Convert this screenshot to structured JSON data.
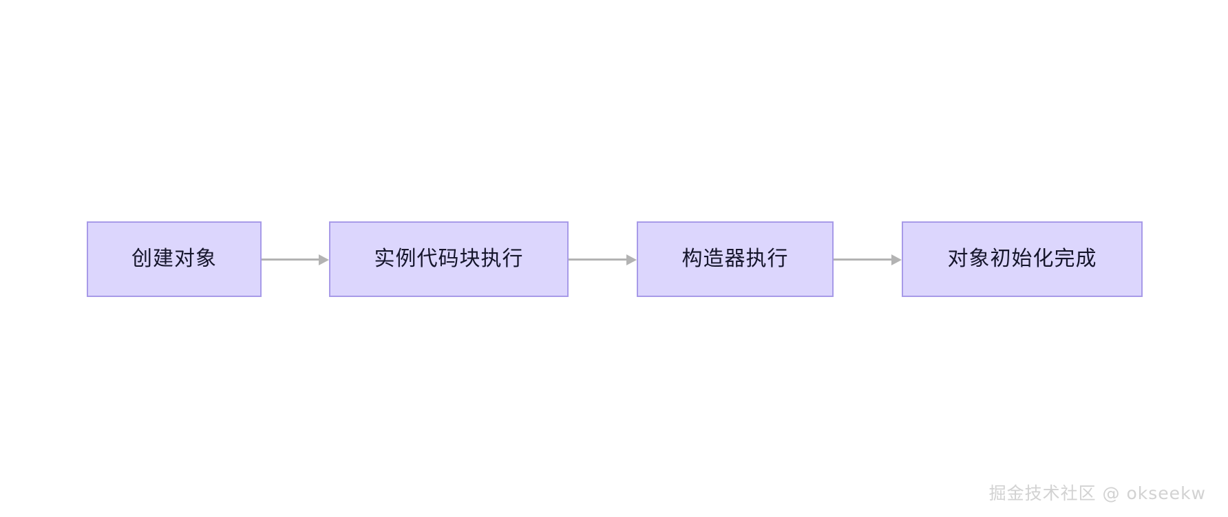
{
  "diagram": {
    "type": "flowchart",
    "orientation": "left-to-right",
    "background_color": "#ffffff",
    "node_fill_color": "#dcd6fd",
    "node_border_color": "#a79ae8",
    "node_text_color": "#15152b",
    "connector_color": "#b3b3b3",
    "nodes": [
      {
        "id": "create-object",
        "label": "创建对象"
      },
      {
        "id": "instance-block-exec",
        "label": "实例代码块执行"
      },
      {
        "id": "constructor-exec",
        "label": "构造器执行"
      },
      {
        "id": "object-init-complete",
        "label": "对象初始化完成"
      }
    ],
    "connectors": [
      {
        "id": "arrow-1",
        "from": "create-object",
        "to": "instance-block-exec",
        "arrowhead": "solid-triangle"
      },
      {
        "id": "arrow-2",
        "from": "instance-block-exec",
        "to": "constructor-exec",
        "arrowhead": "solid-triangle"
      },
      {
        "id": "arrow-3",
        "from": "constructor-exec",
        "to": "object-init-complete",
        "arrowhead": "solid-triangle"
      }
    ]
  },
  "watermark": {
    "text": "掘金技术社区 @ okseekw",
    "color": "#d2d2d2"
  }
}
